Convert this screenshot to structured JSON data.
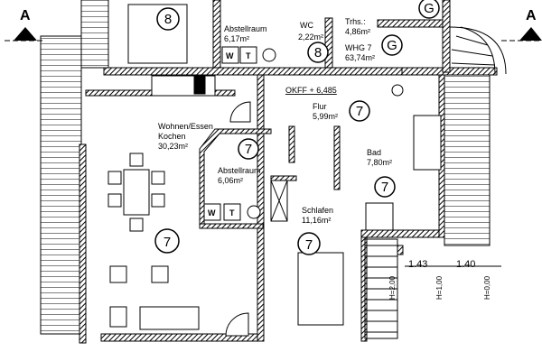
{
  "section_markers": [
    "A",
    "A"
  ],
  "rooms": {
    "abstell_top": {
      "name": "Abstellraum",
      "area": "6,17m²"
    },
    "wc": {
      "name": "WC",
      "area": "2,22m²"
    },
    "treppenhaus": {
      "name": "Trhs.:",
      "area": "4,86m²"
    },
    "wohnung": {
      "name": "WHG 7",
      "area": "63,74m²"
    },
    "flur": {
      "name": "Flur",
      "area": "5,99m²"
    },
    "wohnen": {
      "name": "Wohnen/Essen",
      "name2": "Kochen",
      "area": "30,23m²"
    },
    "abstell": {
      "name": "Abstellraum",
      "area": "6,06m²"
    },
    "bad": {
      "name": "Bad",
      "area": "7,80m²"
    },
    "schlafen": {
      "name": "Schlafen",
      "area": "11,16m²"
    }
  },
  "level": "OKFF + 6,485",
  "unit_markers": {
    "seven": "7",
    "eight": "8",
    "g": "G"
  },
  "appliances": {
    "washer": "W",
    "dryer": "T"
  },
  "dimensions": {
    "d1": "1.43",
    "d2": "1.40",
    "h1": "H=1,00",
    "h2": "H=0,00",
    "h3": "H=2,00"
  }
}
